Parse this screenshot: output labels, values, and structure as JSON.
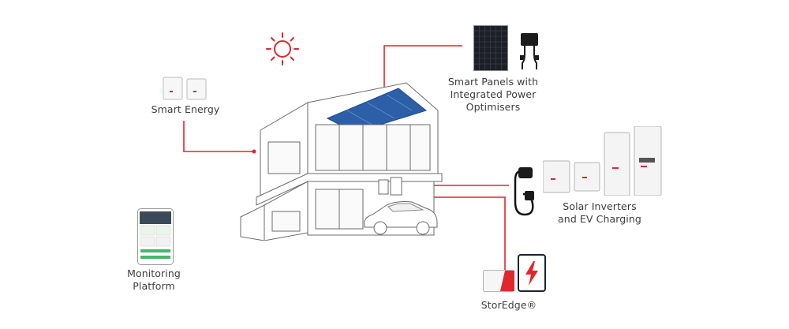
{
  "labels": {
    "smart_panels_line1": "Smart Panels with",
    "smart_panels_line2": "Integrated Power Optimisers",
    "smart_energy": "Smart Energy",
    "solar_inverters_line1": "Solar Inverters",
    "solar_inverters_line2": "and EV Charging",
    "monitoring_line1": "Monitoring",
    "monitoring_line2": "Platform",
    "storedge": "StorEdge®"
  },
  "colors": {
    "accent_red": "#e2262e",
    "outline": "#6b6b6b",
    "solar_panel": "#2d5fa8",
    "house_fill": "#ffffff"
  },
  "icons": [
    "sun-icon",
    "solar-panel-icon",
    "power-optimiser-icon",
    "smart-energy-devices-icon",
    "ev-charger-icon",
    "inverter-icon",
    "monitoring-tablet-icon",
    "battery-icon",
    "house-illustration",
    "car-illustration"
  ]
}
